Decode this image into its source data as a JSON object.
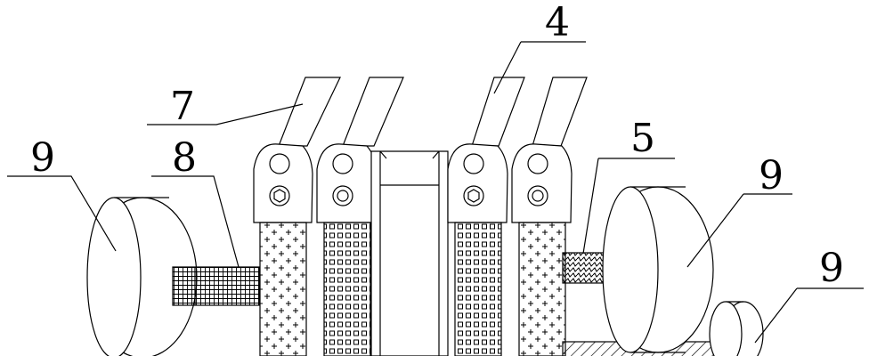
{
  "figure": {
    "labels": [
      "4",
      "7",
      "5",
      "8",
      "9",
      "9",
      "9"
    ]
  }
}
